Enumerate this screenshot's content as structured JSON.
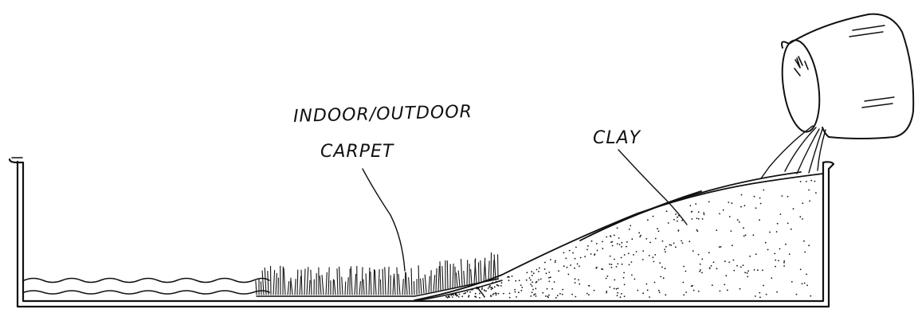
{
  "labels": {
    "line1": "INDOOR/OUTDOOR",
    "line2": "CARPET",
    "clay": "CLAY"
  },
  "colors": {
    "ink": "#111111",
    "background": "#ffffff"
  }
}
